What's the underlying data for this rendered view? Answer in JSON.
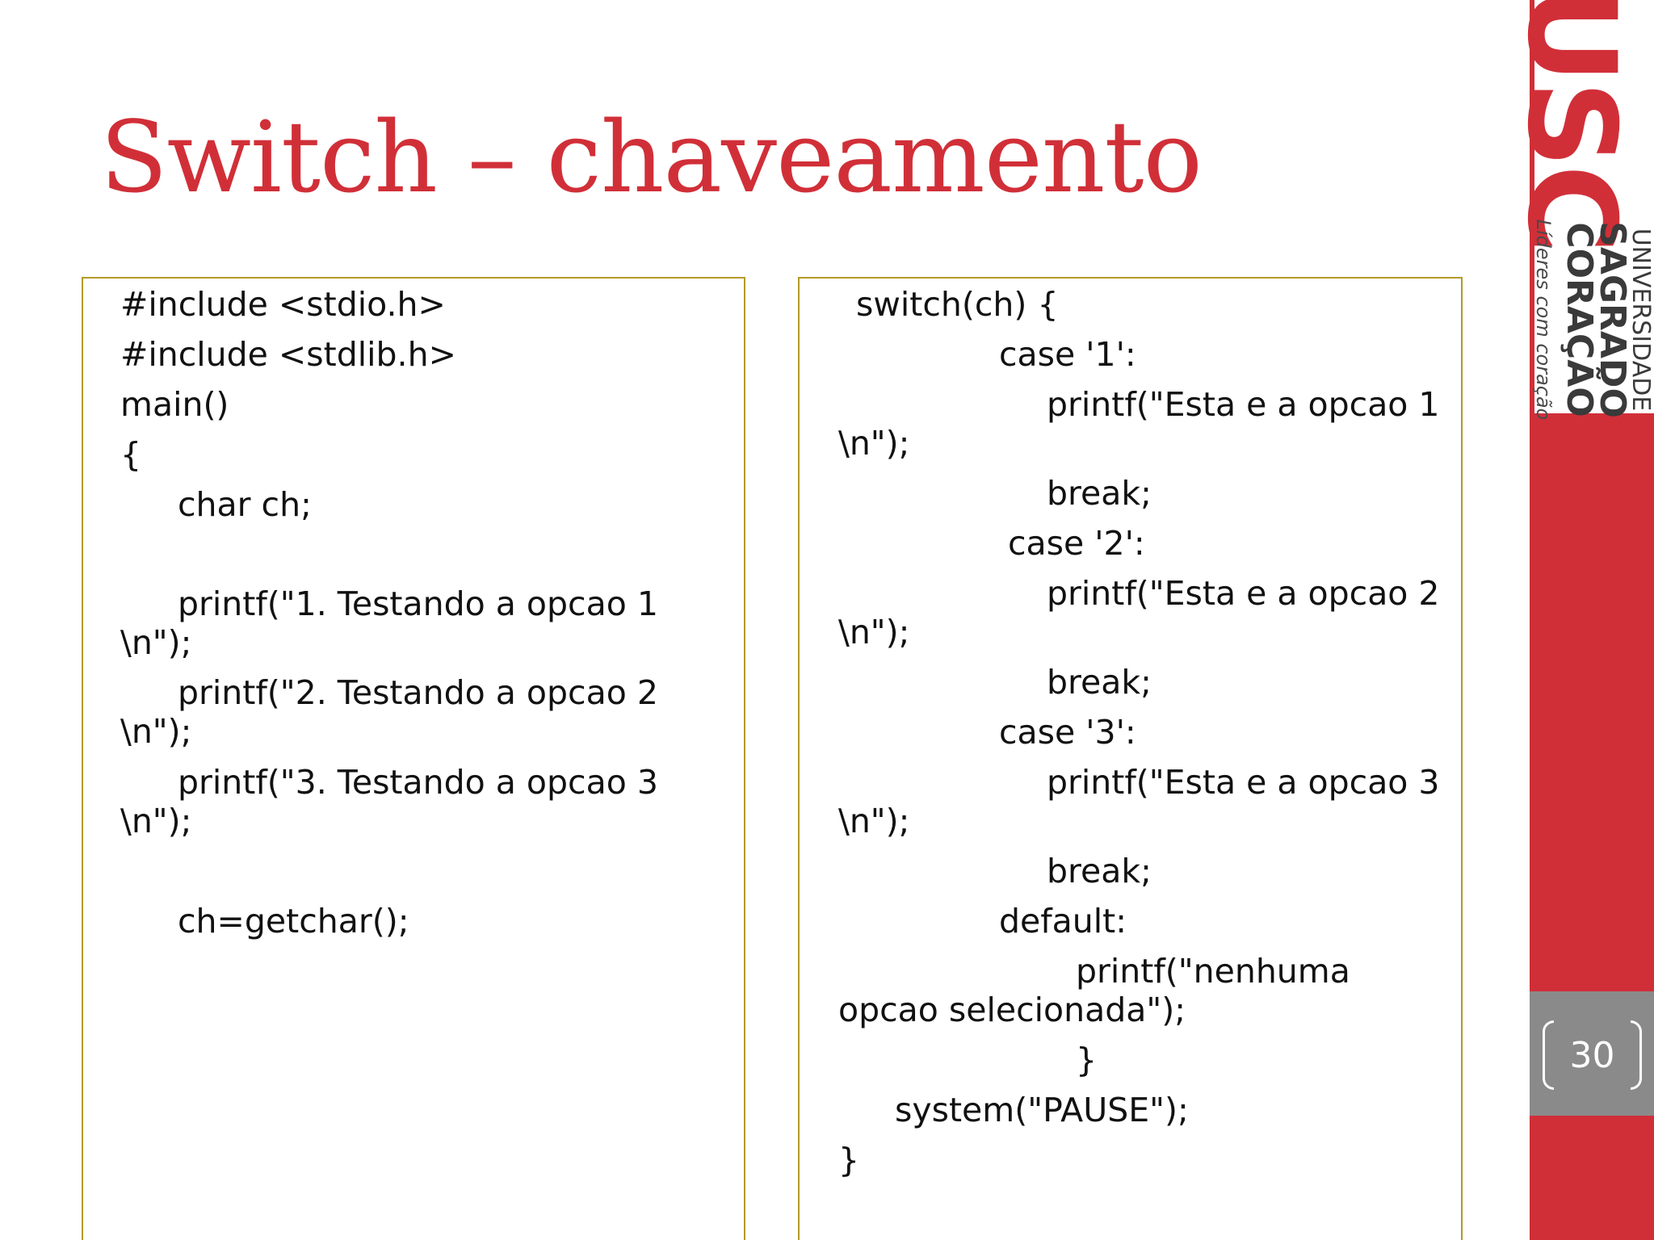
{
  "slide": {
    "title": "Switch – chaveamento",
    "page_number": "30"
  },
  "logo": {
    "mark": "USC",
    "line1": "UNIVERSIDADE",
    "line2": "SAGRADO",
    "line3": "CORAÇÃO",
    "tagline": "Líderes com coração",
    "brand_color": "#d12f38"
  },
  "code_left": {
    "lines": [
      "#include <stdio.h>",
      "#include <stdlib.h>",
      "main()",
      "{",
      "char ch;",
      "printf(\"1. Testando a opcao 1",
      "\\n\");",
      "printf(\"2. Testando a opcao 2",
      "\\n\");",
      "printf(\"3. Testando a opcao 3",
      "\\n\");",
      "ch=getchar();"
    ]
  },
  "code_right": {
    "lines": [
      "switch(ch) {",
      "case '1':",
      "printf(\"Esta e a opcao 1",
      "\\n\");",
      "break;",
      "case '2':",
      "printf(\"Esta e a opcao 2",
      "\\n\");",
      "break;",
      "case '3':",
      "printf(\"Esta e a opcao 3",
      "\\n\");",
      "break;",
      "default:",
      "printf(\"nenhuma",
      "opcao selecionada\");",
      "}",
      "system(\"PAUSE\");",
      "}"
    ]
  }
}
